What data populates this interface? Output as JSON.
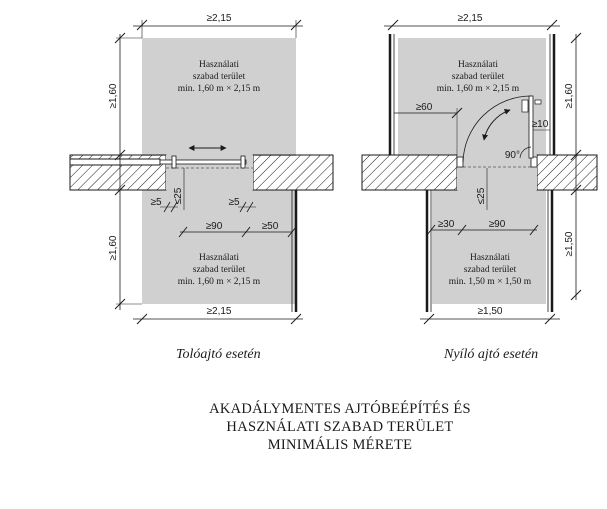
{
  "diagrams": {
    "sliding": {
      "caption": "Tolóajtó esetén",
      "dims": {
        "top_width": "≥2,15",
        "top_height": "≥1,60",
        "bottom_height": "≥1,60",
        "bottom_width": "≥2,15",
        "jamb_left": "≥5",
        "jamb_right": "≥5",
        "depth": "≤25",
        "clear_width": "≥90",
        "side": "≥50"
      },
      "zone_top": [
        "Használati",
        "szabad terület",
        "min. 1,60 m × 2,15 m"
      ],
      "zone_bottom": [
        "Használati",
        "szabad terület",
        "min. 1,60 m × 2,15 m"
      ]
    },
    "swing": {
      "caption": "Nyíló ajtó esetén",
      "dims": {
        "top_width": "≥2,15",
        "top_height": "≥1,60",
        "latch_side": "≥60",
        "handle": "≥10",
        "angle": "90°",
        "depth": "≤25",
        "hinge_side": "≥30",
        "clear_width": "≥90",
        "bottom_height": "≥1,50",
        "bottom_width": "≥1,50"
      },
      "zone_top": [
        "Használati",
        "szabad terület",
        "min. 1,60 m × 2,15 m"
      ],
      "zone_bottom": [
        "Használati",
        "szabad terület",
        "min. 1,50 m × 1,50 m"
      ]
    }
  },
  "title": [
    "AKADÁLYMENTES AJTÓBEÉPÍTÉS ÉS",
    "HASZNÁLATI SZABAD TERÜLET",
    "MINIMÁLIS MÉRETE"
  ],
  "colors": {
    "zone_fill": "#d0d0d0",
    "line": "#1a1a1a",
    "wall_hatch": "#1a1a1a"
  }
}
